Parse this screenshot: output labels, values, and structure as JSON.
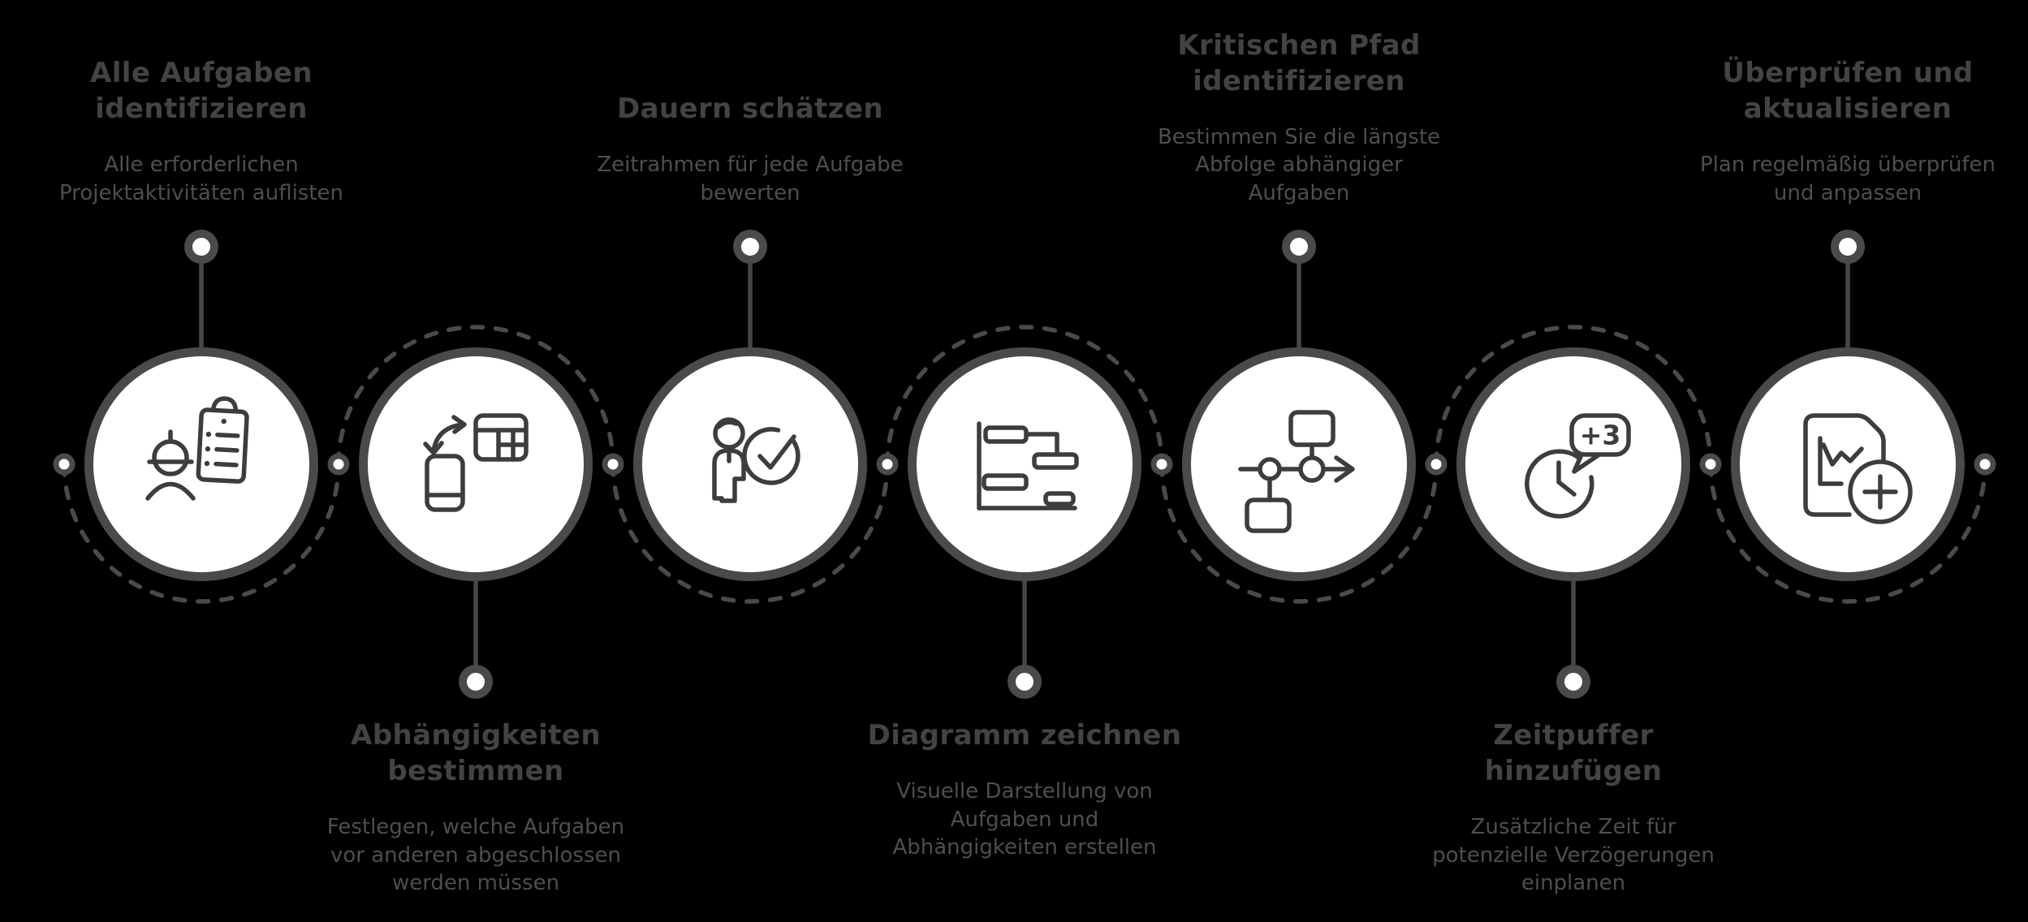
{
  "colors": {
    "background": "#000000",
    "node_fill": "#ffffff",
    "node_border": "#4a4a4a",
    "connector": "#4a4a4a",
    "title_text": "#434343",
    "description_text": "#4e4e4e",
    "icon_stroke": "#3d3d3d"
  },
  "nodes": [
    {
      "id": 1,
      "text_position": "top",
      "title": "Alle Aufgaben\nidentifizieren",
      "description": "Alle erforderlichen\nProjektaktivitäten auflisten",
      "icon": "worker-checklist-icon"
    },
    {
      "id": 2,
      "text_position": "bottom",
      "title": "Abhängigkeiten\nbestimmen",
      "description": "Festlegen, welche Aufgaben\nvor anderen abgeschlossen\nwerden müssen",
      "icon": "sync-phone-table-icon"
    },
    {
      "id": 3,
      "text_position": "top",
      "title": "Dauern schätzen",
      "description": "Zeitrahmen für jede Aufgabe\nbewerten",
      "icon": "person-check-icon"
    },
    {
      "id": 4,
      "text_position": "bottom",
      "title": "Diagramm zeichnen",
      "description": "Visuelle Darstellung von\nAufgaben und\nAbhängigkeiten erstellen",
      "icon": "gantt-chart-icon"
    },
    {
      "id": 5,
      "text_position": "top",
      "title": "Kritischen Pfad\nidentifizieren",
      "description": "Bestimmen Sie die längste\nAbfolge abhängiger\nAufgaben",
      "icon": "flowchart-path-icon"
    },
    {
      "id": 6,
      "text_position": "bottom",
      "title": "Zeitpuffer\nhinzufügen",
      "description": "Zusätzliche Zeit für\npotenzielle Verzögerungen\neinplanen",
      "icon": "clock-buffer-icon",
      "icon_text": "+3"
    },
    {
      "id": 7,
      "text_position": "top",
      "title": "Überprüfen und\naktualisieren",
      "description": "Plan regelmäßig überprüfen\nund anpassen",
      "icon": "document-chart-add-icon"
    }
  ]
}
